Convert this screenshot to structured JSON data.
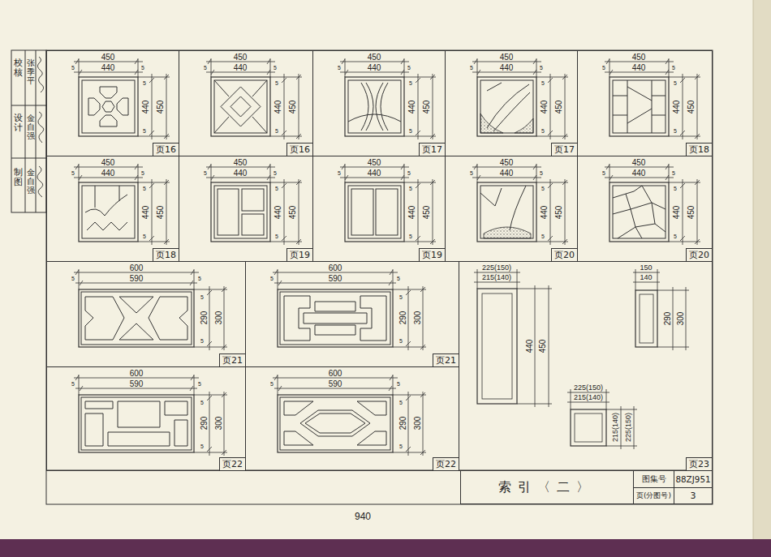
{
  "diagram": {
    "nodes": [
      {
        "text": [
          "页16"
        ]
      },
      {
        "text": [
          "页16"
        ]
      },
      {
        "text": [
          "页17"
        ]
      },
      {
        "text": [
          "页17"
        ]
      },
      {
        "text": [
          "页18"
        ]
      },
      {
        "text": [
          "页18"
        ]
      },
      {
        "text": [
          "页19"
        ]
      },
      {
        "text": [
          "页19"
        ]
      },
      {
        "text": [
          "页20"
        ]
      },
      {
        "text": [
          "页20"
        ]
      },
      {
        "text": [
          "页21"
        ]
      },
      {
        "text": [
          "页21"
        ]
      },
      {
        "text": [
          "页22"
        ]
      },
      {
        "text": [
          "页22"
        ]
      },
      {
        "text": [
          "页23"
        ]
      },
      {
        "text": [
          "索引〈二〉"
        ]
      },
      {
        "text": [
          "图集号"
        ]
      },
      {
        "text": [
          "88ZJ951"
        ]
      },
      {
        "text": [
          "页(分图号)"
        ]
      },
      {
        "text": [
          "3"
        ]
      }
    ],
    "labels": [
      "450",
      "440",
      "5",
      "5",
      "440",
      "450",
      "5",
      "5",
      "450",
      "440",
      "5",
      "5",
      "440",
      "450",
      "5",
      "5",
      "450",
      "440",
      "5",
      "5",
      "440",
      "450",
      "5",
      "5",
      "450",
      "440",
      "5",
      "5",
      "440",
      "450",
      "5",
      "5",
      "450",
      "440",
      "5",
      "5",
      "440",
      "450",
      "5",
      "5",
      "450",
      "440",
      "5",
      "5",
      "440",
      "450",
      "5",
      "5",
      "450",
      "440",
      "5",
      "5",
      "440",
      "450",
      "5",
      "5",
      "450",
      "440",
      "5",
      "5",
      "440",
      "450",
      "5",
      "5",
      "450",
      "440",
      "5",
      "5",
      "440",
      "450",
      "5",
      "5",
      "450",
      "440",
      "5",
      "5",
      "440",
      "450",
      "5",
      "5",
      "600",
      "590",
      "5",
      "5",
      "290",
      "300",
      "5",
      "5",
      "600",
      "590",
      "5",
      "5",
      "290",
      "300",
      "5",
      "5",
      "600",
      "590",
      "5",
      "5",
      "290",
      "300",
      "5",
      "5",
      "600",
      "590",
      "5",
      "5",
      "290",
      "300",
      "5",
      "5",
      "225(150)",
      "215(140)",
      "440",
      "450",
      "150",
      "140",
      "290",
      "300",
      "225(150)",
      "215(140)",
      "215(140)",
      "225(150)",
      "校核",
      "设计",
      "制图",
      "张季平",
      "金自强",
      "金自强",
      "940"
    ]
  }
}
